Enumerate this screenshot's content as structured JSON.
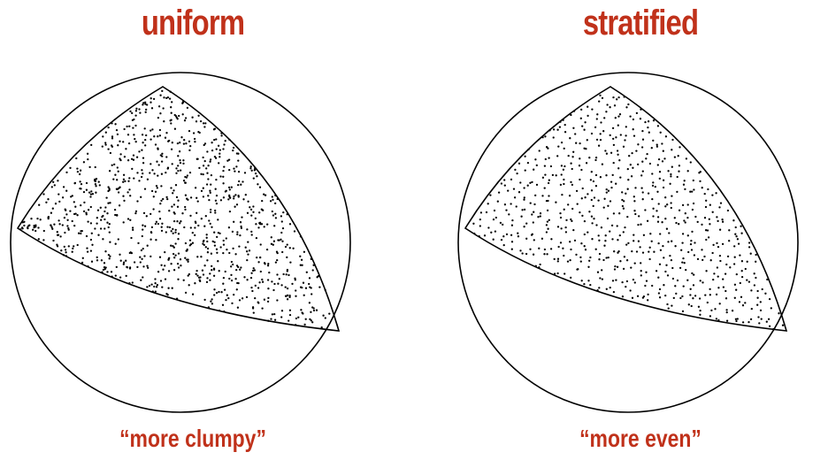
{
  "colors": {
    "accent": "#c0311a",
    "stroke": "#000000",
    "dots": "#000000",
    "background": "#ffffff"
  },
  "panels": [
    {
      "title": "uniform",
      "caption": "“more clumpy”",
      "method": "uniform"
    },
    {
      "title": "stratified",
      "caption": "“more even”",
      "method": "stratified"
    }
  ]
}
